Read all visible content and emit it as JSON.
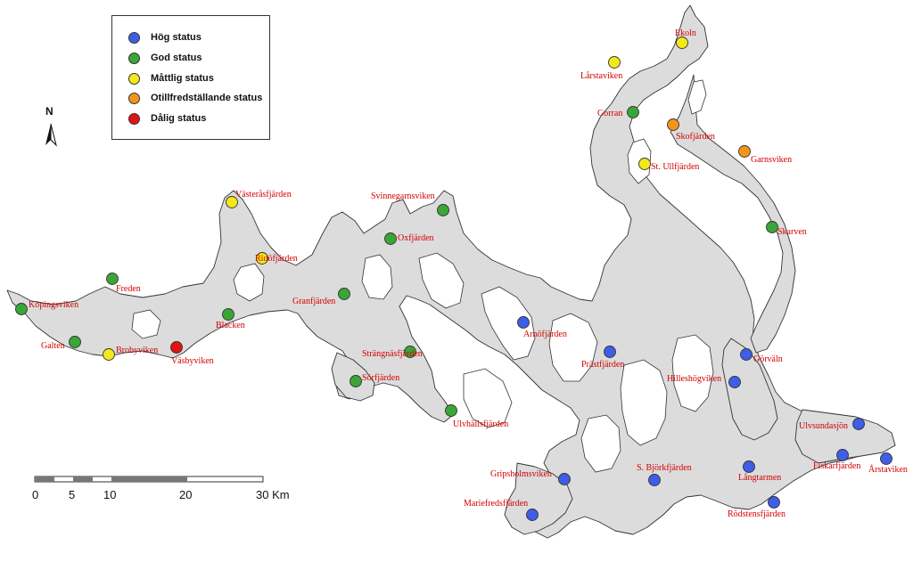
{
  "legend": {
    "items": [
      {
        "label": "Hög status",
        "color": "#3f5ee6"
      },
      {
        "label": "God status",
        "color": "#3aa637"
      },
      {
        "label": "Måttlig status",
        "color": "#f2e81a"
      },
      {
        "label": "Otillfredställande status",
        "color": "#f2951a"
      },
      {
        "label": "Dålig status",
        "color": "#e21313"
      }
    ]
  },
  "north_label": "N",
  "scale": {
    "ticks": [
      "0",
      "5",
      "10",
      "20",
      "30 Km"
    ]
  },
  "colors": {
    "water": "#dcdcdc",
    "shore": "#333333",
    "label": "#d40000"
  },
  "sites": [
    {
      "name": "Ekoln",
      "status": 2
    },
    {
      "name": "Lårstaviken",
      "status": 2
    },
    {
      "name": "Gorran",
      "status": 1
    },
    {
      "name": "Skofjärden",
      "status": 3
    },
    {
      "name": "Garnsviken",
      "status": 3
    },
    {
      "name": "St. Ullfjärden",
      "status": 2
    },
    {
      "name": "Skarven",
      "status": 1
    },
    {
      "name": "Västeråsfjärden",
      "status": 2
    },
    {
      "name": "Svinnegarnsviken",
      "status": 1
    },
    {
      "name": "Oxfjärden",
      "status": 1
    },
    {
      "name": "Ridöfjärden",
      "status": 2
    },
    {
      "name": "Freden",
      "status": 1
    },
    {
      "name": "Köpingsviken",
      "status": 1
    },
    {
      "name": "Granfjärden",
      "status": 1
    },
    {
      "name": "Blacken",
      "status": 1
    },
    {
      "name": "Galten",
      "status": 1
    },
    {
      "name": "Brobyviken",
      "status": 2
    },
    {
      "name": "Väsbyviken",
      "status": 4
    },
    {
      "name": "Arnöfjärden",
      "status": 0
    },
    {
      "name": "Prästfjärden",
      "status": 0
    },
    {
      "name": "Görväln",
      "status": 0
    },
    {
      "name": "Strängnäsfjärden",
      "status": 1
    },
    {
      "name": "Sörfjärden",
      "status": 1
    },
    {
      "name": "Hilleshögviken",
      "status": 0
    },
    {
      "name": "Ulvhällsfjärden",
      "status": 1
    },
    {
      "name": "Ulvsundasjön",
      "status": 0
    },
    {
      "name": "Gripsholmsviken",
      "status": 0
    },
    {
      "name": "S. Björkfjärden",
      "status": 0
    },
    {
      "name": "Långtarmen",
      "status": 0
    },
    {
      "name": "Fiskarfjärden",
      "status": 0
    },
    {
      "name": "Årstaviken",
      "status": 0
    },
    {
      "name": "Mariefredsfjärden",
      "status": 0
    },
    {
      "name": "Rödstensfjärden",
      "status": 0
    }
  ]
}
